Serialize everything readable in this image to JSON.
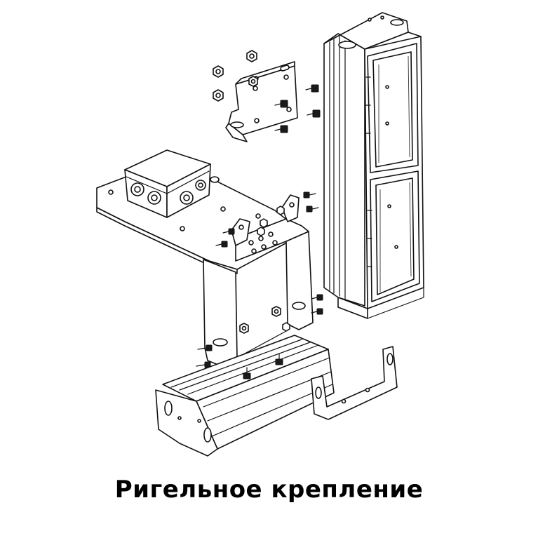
{
  "caption": "Ригельное крепление",
  "colors": {
    "line": "#111111",
    "background": "#ffffff",
    "fill": "#ffffff"
  },
  "parts": [
    {
      "id": "vertical-luminaire",
      "icon": "vertical-luminaire-drawing"
    },
    {
      "id": "upper-bracket",
      "icon": "bracket-plate-drawing"
    },
    {
      "id": "junction-box",
      "icon": "junction-box-drawing"
    },
    {
      "id": "mounting-plate",
      "icon": "mounting-plate-drawing"
    },
    {
      "id": "u-bracket",
      "icon": "u-bracket-drawing"
    },
    {
      "id": "horizontal-luminaire",
      "icon": "horizontal-luminaire-drawing"
    },
    {
      "id": "l-bracket",
      "icon": "l-bracket-drawing"
    },
    {
      "id": "fasteners",
      "icon": "bolt-nut-drawing"
    }
  ]
}
